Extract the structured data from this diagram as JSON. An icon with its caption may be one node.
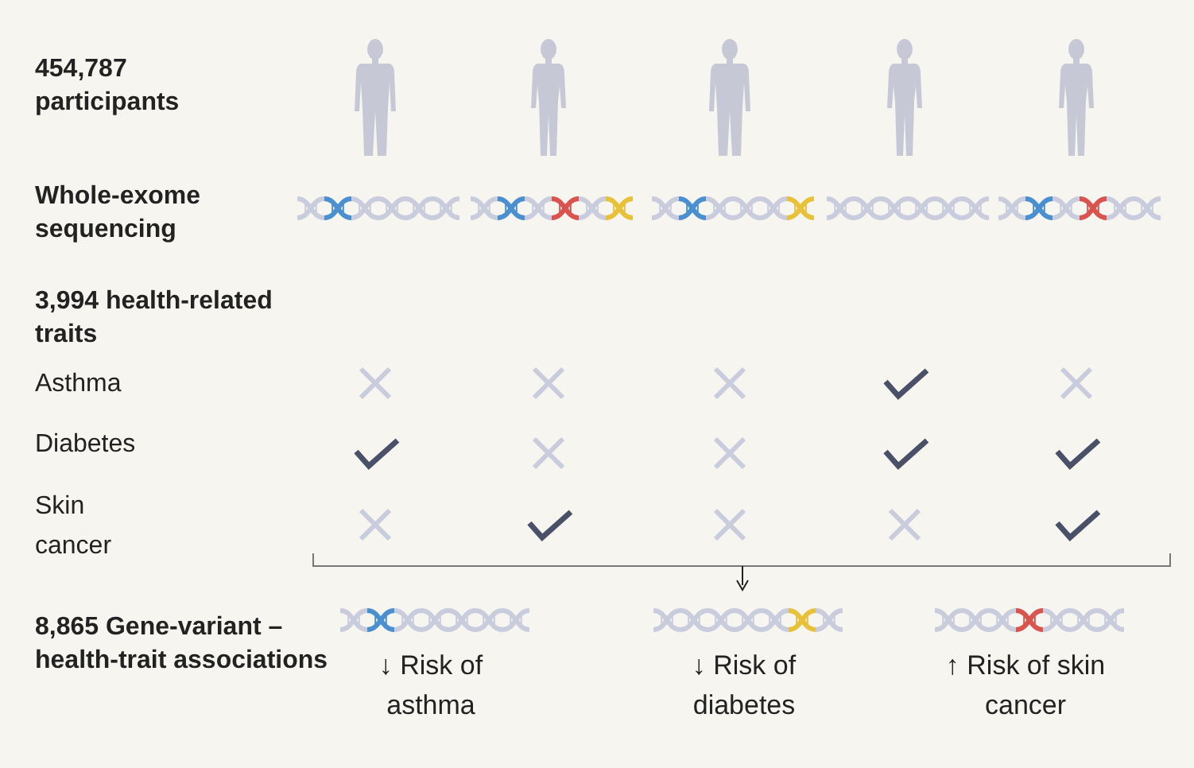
{
  "diagram": {
    "labels": [
      "454,787 participants",
      "Whole-exome sequencing",
      "3,994 health-related traits",
      "Asthma",
      "Diabetes",
      "Skin cancer",
      "8,865 Gene-variant – health-trait associations",
      "↓ Risk of asthma",
      "↓ Risk of diabetes",
      "↑ Risk of skin cancer"
    ]
  }
}
